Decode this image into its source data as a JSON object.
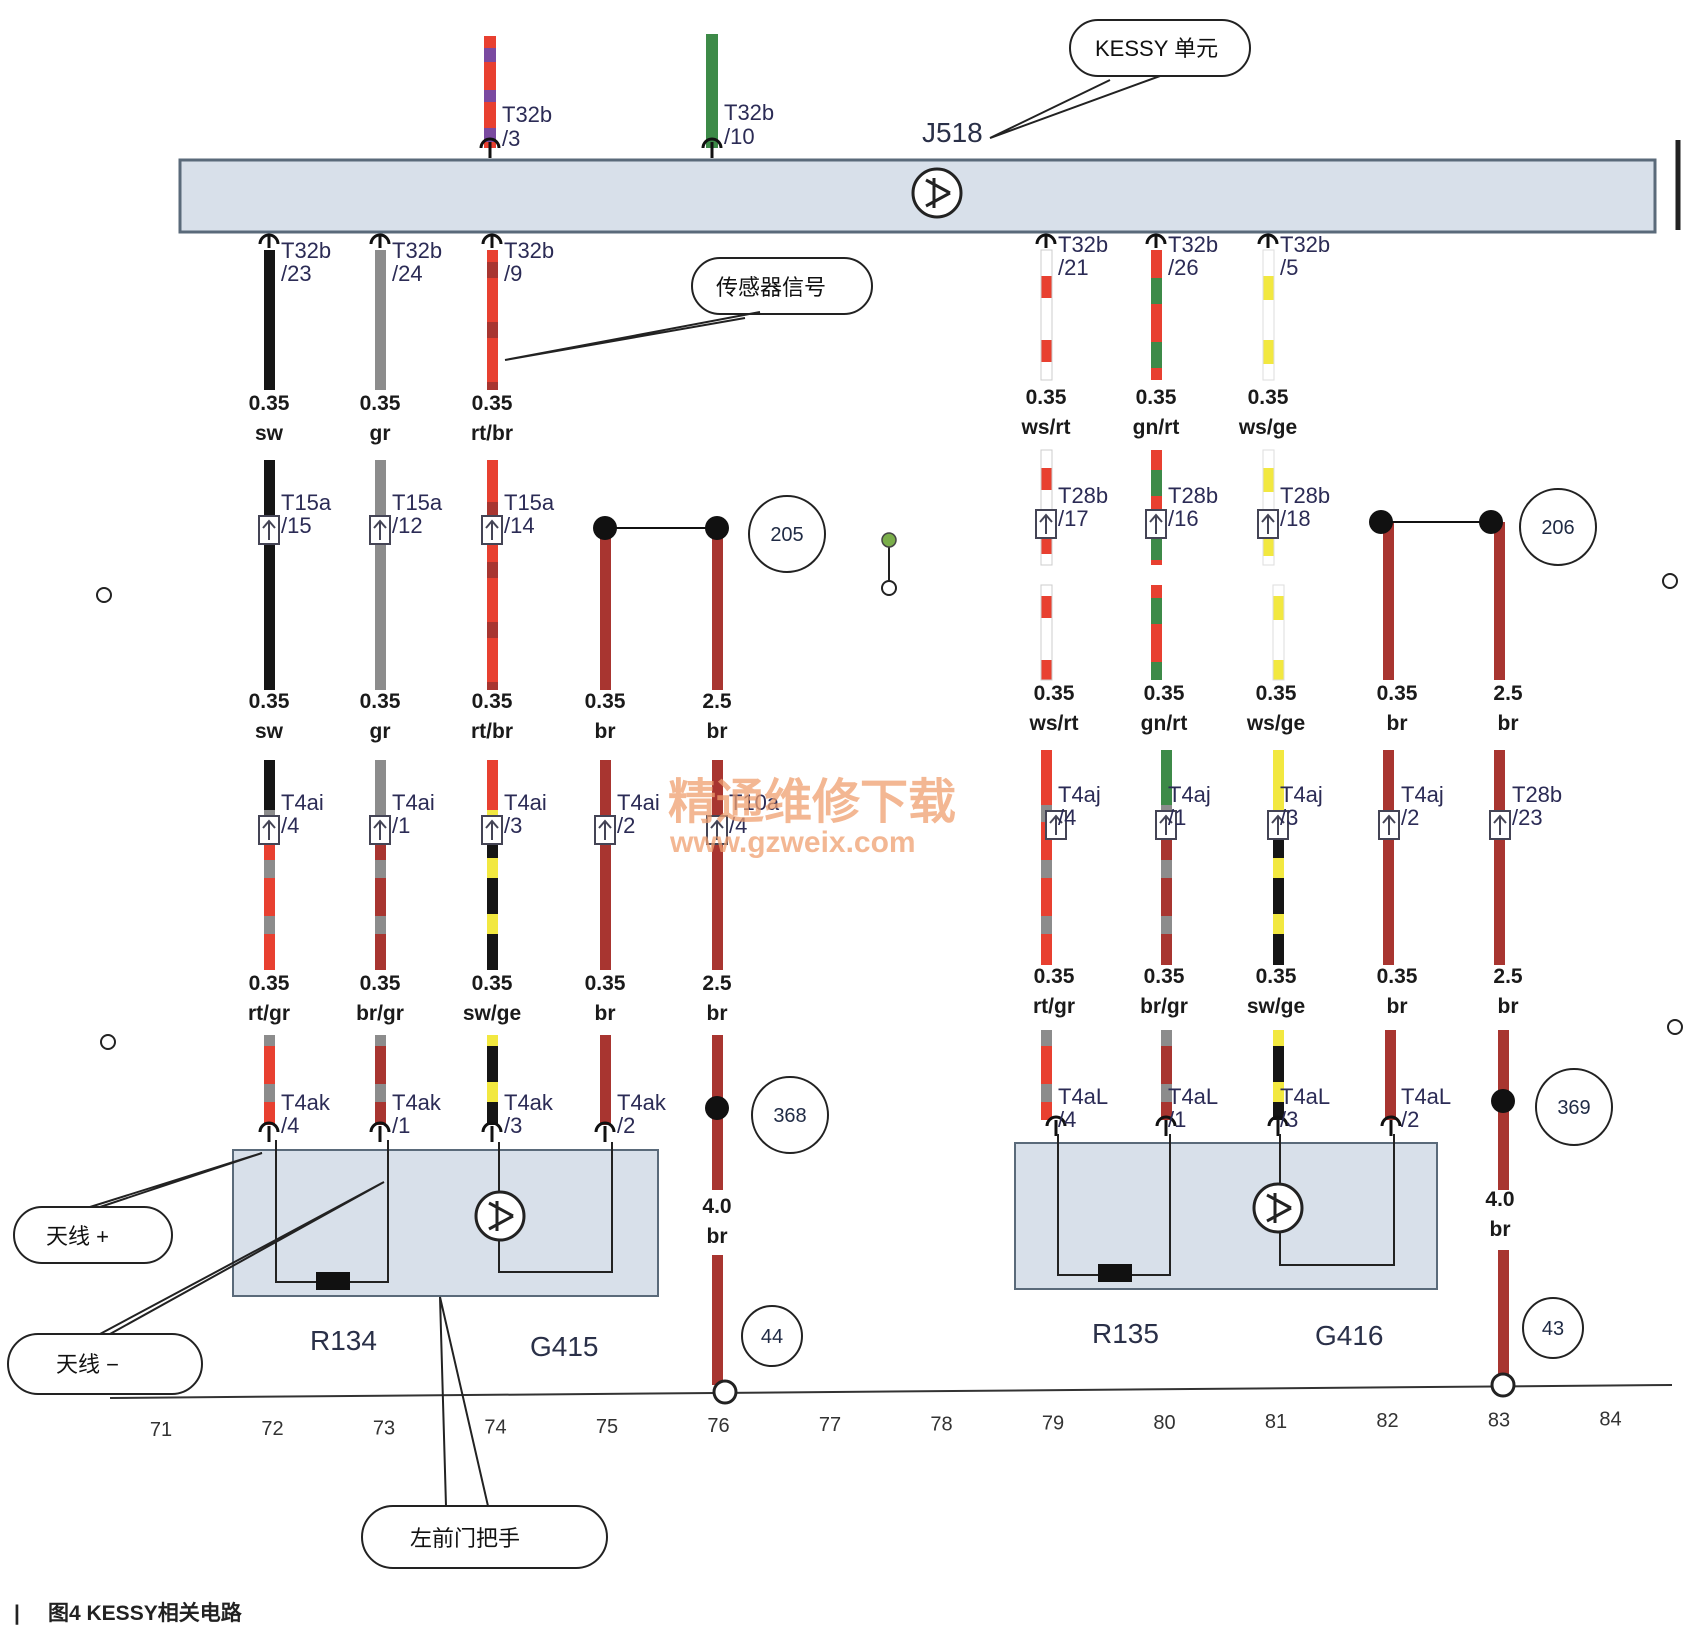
{
  "caption": {
    "bar": "|",
    "text": "图4  KESSY相关电路"
  },
  "units": {
    "j518": {
      "ref": "J518",
      "callout": "KESSY 单元"
    },
    "r134": {
      "ref": "R134"
    },
    "g415": {
      "ref": "G415"
    },
    "r135": {
      "ref": "R135"
    },
    "g416": {
      "ref": "G416"
    }
  },
  "callouts": {
    "sensor_signal": "传感器信号",
    "antenna_plus": "天线 +",
    "antenna_minus": "天线 −",
    "left_front_door_handle": "左前门把手"
  },
  "top_connectors": [
    {
      "code": "T32b",
      "pin": "/3"
    },
    {
      "code": "T32b",
      "pin": "/10"
    }
  ],
  "columns": [
    {
      "pin1": {
        "code": "T32b",
        "pin": "/23"
      },
      "spec1": [
        "0.35",
        "sw"
      ],
      "pin2": {
        "code": "T15a",
        "pin": "/15"
      },
      "spec2": [
        "0.35",
        "sw"
      ],
      "pin3": {
        "code": "T4ai",
        "pin": "/4"
      },
      "spec3": [
        "0.35",
        "rt/gr"
      ],
      "pin4": {
        "code": "T4ak",
        "pin": "/4"
      }
    },
    {
      "pin1": {
        "code": "T32b",
        "pin": "/24"
      },
      "spec1": [
        "0.35",
        "gr"
      ],
      "pin2": {
        "code": "T15a",
        "pin": "/12"
      },
      "spec2": [
        "0.35",
        "gr"
      ],
      "pin3": {
        "code": "T4ai",
        "pin": "/1"
      },
      "spec3": [
        "0.35",
        "br/gr"
      ],
      "pin4": {
        "code": "T4ak",
        "pin": "/1"
      }
    },
    {
      "pin1": {
        "code": "T32b",
        "pin": "/9"
      },
      "spec1": [
        "0.35",
        "rt/br"
      ],
      "pin2": {
        "code": "T15a",
        "pin": "/14"
      },
      "spec2": [
        "0.35",
        "rt/br"
      ],
      "pin3": {
        "code": "T4ai",
        "pin": "/3"
      },
      "spec3": [
        "0.35",
        "sw/ge"
      ],
      "pin4": {
        "code": "T4ak",
        "pin": "/3"
      }
    },
    {
      "spec2": [
        "0.35",
        "br"
      ],
      "pin3": {
        "code": "T4ai",
        "pin": "/2"
      },
      "spec3": [
        "0.35",
        "br"
      ],
      "pin4": {
        "code": "T4ak",
        "pin": "/2"
      }
    },
    {
      "spec2": [
        "2.5",
        "br"
      ],
      "pin3": {
        "code": "T10a",
        "pin": "/4"
      },
      "spec3": [
        "2.5",
        "br"
      ],
      "spec4": [
        "4.0",
        "br"
      ]
    },
    {
      "pin1": {
        "code": "T32b",
        "pin": "/21"
      },
      "spec1": [
        "0.35",
        "ws/rt"
      ],
      "pin2": {
        "code": "T28b",
        "pin": "/17"
      },
      "spec2": [
        "0.35",
        "ws/rt"
      ],
      "pin3": {
        "code": "T4aj",
        "pin": "/4"
      },
      "spec3": [
        "0.35",
        "rt/gr"
      ],
      "pin4": {
        "code": "T4aL",
        "pin": "/4"
      }
    },
    {
      "pin1": {
        "code": "T32b",
        "pin": "/26"
      },
      "spec1": [
        "0.35",
        "gn/rt"
      ],
      "pin2": {
        "code": "T28b",
        "pin": "/16"
      },
      "spec2": [
        "0.35",
        "gn/rt"
      ],
      "pin3": {
        "code": "T4aj",
        "pin": "/1"
      },
      "spec3": [
        "0.35",
        "br/gr"
      ],
      "pin4": {
        "code": "T4aL",
        "pin": "/1"
      }
    },
    {
      "pin1": {
        "code": "T32b",
        "pin": "/5"
      },
      "spec1": [
        "0.35",
        "ws/ge"
      ],
      "pin2": {
        "code": "T28b",
        "pin": "/18"
      },
      "spec2": [
        "0.35",
        "ws/ge"
      ],
      "pin3": {
        "code": "T4aj",
        "pin": "/3"
      },
      "spec3": [
        "0.35",
        "sw/ge"
      ],
      "pin4": {
        "code": "T4aL",
        "pin": "/3"
      }
    },
    {
      "spec2": [
        "0.35",
        "br"
      ],
      "pin3": {
        "code": "T4aj",
        "pin": "/2"
      },
      "spec3": [
        "0.35",
        "br"
      ],
      "pin4": {
        "code": "T4aL",
        "pin": "/2"
      }
    },
    {
      "spec2": [
        "2.5",
        "br"
      ],
      "pin3": {
        "code": "T28b",
        "pin": "/23"
      },
      "spec3": [
        "2.5",
        "br"
      ],
      "spec4": [
        "4.0",
        "br"
      ]
    }
  ],
  "refs": {
    "r205": "205",
    "r206": "206",
    "r368": "368",
    "r369": "369",
    "r44": "44",
    "r43": "43"
  },
  "grid": [
    "71",
    "72",
    "73",
    "74",
    "75",
    "76",
    "77",
    "78",
    "79",
    "80",
    "81",
    "82",
    "83",
    "84"
  ],
  "watermark": {
    "line1": "精通维修下载",
    "line2": "www.gzweix.com"
  },
  "colors": {
    "rt": "#e84030",
    "br": "#a83530",
    "sw": "#151515",
    "gr": "#8c8c8c",
    "ws": "#ffffff",
    "gn": "#3d8a48",
    "ge": "#f2e840",
    "li": "#7a4aa0",
    "module": "#d8e0ea",
    "module_stroke": "#5a6a7a"
  }
}
